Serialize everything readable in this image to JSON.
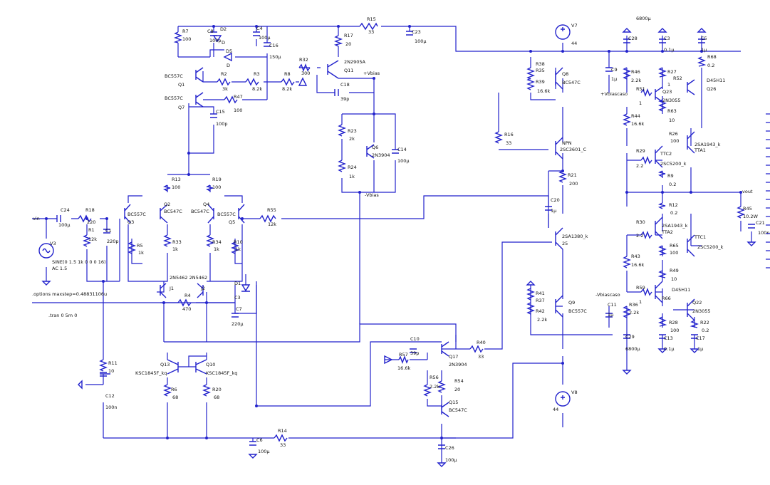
{
  "colors": {
    "wire": "#2222cc",
    "text": "#111111",
    "background": "#ffffff"
  },
  "directives": {
    "options": ".options maxstep=0.48831106u",
    "tran": ".tran 0 5m 0"
  },
  "labels": {
    "R15": "R15",
    "R15v": "33",
    "C23": "C23",
    "C23v": "100µ",
    "cap6800_top": "6800µ",
    "R7": "R7",
    "R7v": "100",
    "C8": "C8",
    "C8v": "100p",
    "D2": "D2",
    "D2v": "D",
    "C4": "C4",
    "C4v": "100µ",
    "C16": "C16",
    "C16v": "150µ",
    "D5": "D5",
    "D5v": "D",
    "R17": "R17",
    "R17v": "20",
    "Q11p": "2N2905A",
    "Q11": "Q11",
    "R32": "R32",
    "R32v": "300",
    "vbias_pos": "+Vbias",
    "Q1p": "BC557C",
    "Q1": "Q1",
    "R2": "R2",
    "R2v": "3k",
    "R3": "R3",
    "R3v": "8.2k",
    "R8": "R8",
    "R8v": "8.2k",
    "C18": "C18",
    "C18v": "39p",
    "Q7p": "BC557C",
    "Q7": "Q7",
    "R47": "R47",
    "R47v": "100",
    "C15": "C15",
    "C15v": "100p",
    "R23": "R23",
    "R23v": "2k",
    "Q8": "Q6",
    "Q8p": "2N3904",
    "C14": "C14",
    "C14v": "100µ",
    "R24": "R24",
    "R24v": "1k",
    "vbias_neg": "-Vbias",
    "R13": "R13",
    "R13v": "100",
    "R19": "R19",
    "R19v": "100",
    "Q2": "Q2",
    "Q2p": "BC547C",
    "Q4": "Q4",
    "Q4p": "BC547C",
    "Q3p": "BC557C",
    "Q3": "Q3",
    "Q5p": "BC557C",
    "Q5": "Q5",
    "C24": "C24",
    "C24v": "100µ",
    "R18": "R18",
    "R18v": "220",
    "vin": "vin",
    "R1": "R1",
    "R1v": "12k",
    "C1": "C1",
    "C1v": "220p",
    "V3": "V3",
    "V3sine": "SINE(0 1.5 1k 0 0 0 16)",
    "V3ac": "AC 1.5",
    "R5": "R5",
    "R5v": "1k",
    "R33": "R33",
    "R33v": "1k",
    "R34": "R34",
    "R34v": "1k",
    "R10": "R10",
    "R10v": "1k",
    "R55": "R55",
    "R55v": "12k",
    "Jparts": "2N5462 2N5462",
    "J1": "J1",
    "J2": "J2",
    "D1": "D1",
    "C3": "C3",
    "C7": "C7",
    "C7v": "220µ",
    "R4": "R4",
    "R4v": "470",
    "R11": "R11",
    "R11v": "10",
    "C12": "C12",
    "C12v": "100n",
    "Q13": "Q13",
    "Q13p": "KSC1845F_kq",
    "Q10": "Q10",
    "Q10p": "KSC1845F_kq",
    "R6": "R6",
    "R6v": "68",
    "R20": "R20",
    "R20v": "68",
    "C6": "C6",
    "C6v": "100µ",
    "R14": "R14",
    "R14v": "33",
    "C10": "C10",
    "C10v": "39p",
    "R57": "R57",
    "R57v": "16.6k",
    "Q17": "Q17",
    "Q17p": "2N3904",
    "R40": "R40",
    "R40v": "33",
    "R56": "R56",
    "R56v": "2.2k",
    "R54": "R54",
    "R54v": "20",
    "Q15": "Q15",
    "Q15p": "BC547C",
    "C26": "C26",
    "C26v": "100µ",
    "V7": "V7",
    "V7v": "44",
    "R38": "R38",
    "R35": "R35",
    "R39": "R39",
    "R39v": "16.6k",
    "Q8b": "Q8",
    "Q8bp": "BC547C",
    "R16": "R16",
    "R16v": "33",
    "NPN": "NPN",
    "NPNp": "2SC3601_C",
    "R21": "R21",
    "R21v": "200",
    "C20": "C20",
    "C20v": "1µ",
    "Q2SA": "2SA1380_k",
    "Q2SAn": "25",
    "R41": "R41",
    "R37": "R37",
    "R42": "R42",
    "R42v": "2.2k",
    "Q9": "Q9",
    "Q9p": "BC557C",
    "V8": "V8",
    "V8v": "44",
    "C28": "C28",
    "C3b": "C3",
    "C3bv": "0.1µ",
    "C5": "C5",
    "C5v": "1µ",
    "R68": "R68",
    "R68v": "0.2",
    "C9": "C9",
    "C9v": "1µ",
    "R46": "R46",
    "R46v": "2.2k",
    "R27": "R27",
    "R52": "R52",
    "R52v": "1",
    "D45H11top": "D45H11",
    "Q26": "Q26",
    "vbiascaso_pos": "+Vbiascaso",
    "R51": "R51",
    "R51v": "1",
    "Q23": "Q23",
    "Q23p": "2N3055",
    "R63": "R63",
    "R63v": "10",
    "R44": "R44",
    "R44v": "16.6k",
    "R26": "R26",
    "R26v": "100",
    "Q2SA1943top": "2SA1943_k",
    "TTA1": "TTA1",
    "TTC2": "TTC2",
    "R29": "R29",
    "R29v": "2.2",
    "Q2SC5200top": "2SC5200_k",
    "R9": "R9",
    "R9v": "0.2",
    "vout": "vout",
    "R45": "R45",
    "R45v": "10.2W",
    "C21": "C21",
    "C21v": "100n",
    "R12": "R12",
    "R12v": "0.2",
    "R30": "R30",
    "R30v": "2.2",
    "Q2SA1943bot": "2SA1943_k",
    "TTA2": "TTA2",
    "TTC1": "TTC1",
    "R65": "R65",
    "R65v": "100",
    "Q2SC5200bot": "2SC5200_k",
    "R43": "R43",
    "R43v": "16.6k",
    "R49": "R49",
    "R49v": "10",
    "D45H11bot": "D45H11",
    "vbiascaso_neg": "-Vbiascaso",
    "R59": "R59",
    "R59v": "1",
    "R66": "R66",
    "Q22": "Q22",
    "Q22p": "2N3055",
    "C11": "C11",
    "C11v": "1µ",
    "R36": "R36",
    "R36v": "2.2k",
    "R28": "R28",
    "R28v": "100",
    "R22": "R22",
    "R22v": "0.2",
    "C29": "C29",
    "C29v": "6800µ",
    "C13": "C13",
    "C13v": "0.1µ",
    "C17": "C17",
    "C17v": "1µ"
  }
}
